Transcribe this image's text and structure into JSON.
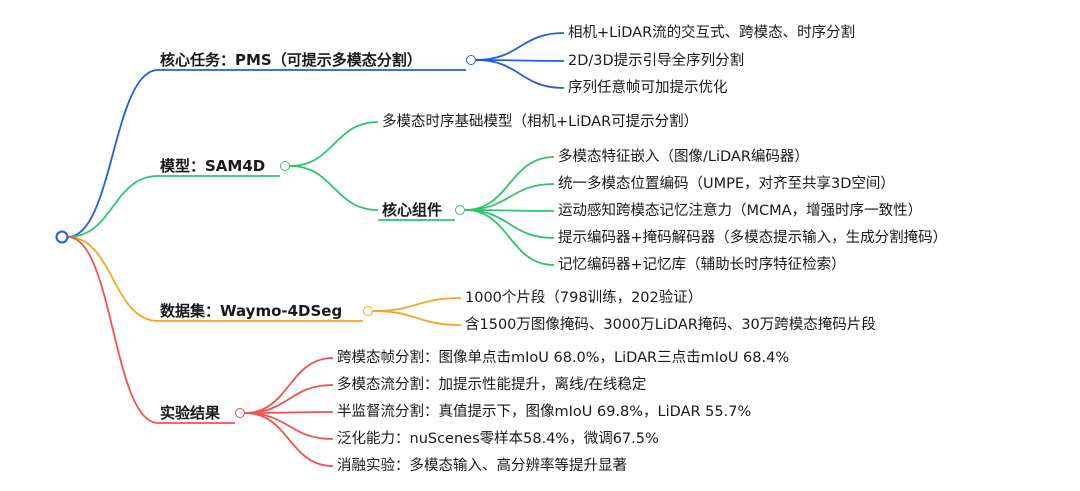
{
  "mindmap": {
    "colors": {
      "blue": "#1f5fe0",
      "green": "#2fc56a",
      "orange": "#f5a623",
      "red": "#f0524f"
    },
    "branches": [
      {
        "label": "核心任务：PMS（可提示多模态分割）",
        "color": "blue",
        "children": [
          "相机+LiDAR流的交互式、跨模态、时序分割",
          "2D/3D提示引导全序列分割",
          "序列任意帧可加提示优化"
        ]
      },
      {
        "label": "模型：SAM4D",
        "color": "green",
        "children": [
          "多模态时序基础模型（相机+LiDAR可提示分割）"
        ],
        "sub": {
          "label": "核心组件",
          "children": [
            "多模态特征嵌入（图像/LiDAR编码器）",
            "统一多模态位置编码（UMPE，对齐至共享3D空间）",
            "运动感知跨模态记忆注意力（MCMA，增强时序一致性）",
            "提示编码器+掩码解码器（多模态提示输入，生成分割掩码）",
            "记忆编码器+记忆库（辅助长时序特征检索）"
          ]
        }
      },
      {
        "label": "数据集：Waymo-4DSeg",
        "color": "orange",
        "children": [
          "1000个片段（798训练，202验证）",
          "含1500万图像掩码、3000万LiDAR掩码、30万跨模态掩码片段"
        ]
      },
      {
        "label": "实验结果",
        "color": "red",
        "children": [
          "跨模态帧分割：图像单点击mIoU 68.0%，LiDAR三点击mIoU 68.4%",
          "多模态流分割：加提示性能提升，离线/在线稳定",
          "半监督流分割：真值提示下，图像mIoU 69.8%，LiDAR 55.7%",
          "泛化能力：nuScenes零样本58.4%，微调67.5%",
          "消融实验：多模态输入、高分辨率等提升显著"
        ]
      }
    ]
  }
}
